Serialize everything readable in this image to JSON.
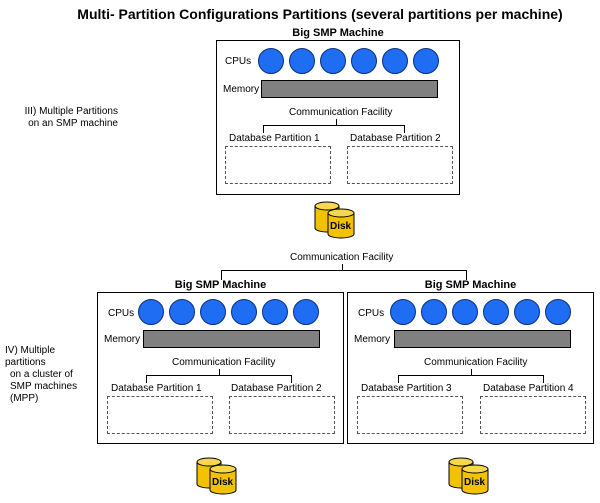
{
  "title": "Multi- Partition Configurations Partitions (several partitions per machine)",
  "section3": {
    "label_line1": "III) Multiple Partitions",
    "label_line2": "on an SMP machine"
  },
  "section4": {
    "label_line1": "IV) Multiple partitions",
    "label_line2": "on a cluster of",
    "label_line3": "SMP machines",
    "label_line4": "(MPP)"
  },
  "top_machine": {
    "title": "Big SMP Machine",
    "cpus_label": "CPUs",
    "memory_label": "Memory",
    "comm_label": "Communication Facility",
    "partitions": [
      "Database Partition 1",
      "Database Partition 2"
    ],
    "disk_label": "Disk"
  },
  "cluster_comm_label": "Communication Facility",
  "left_machine": {
    "title": "Big SMP Machine",
    "cpus_label": "CPUs",
    "memory_label": "Memory",
    "comm_label": "Communication Facility",
    "partitions": [
      "Database Partition 1",
      "Database Partition 2"
    ],
    "disk_label": "Disk"
  },
  "right_machine": {
    "title": "Big SMP Machine",
    "cpus_label": "CPUs",
    "memory_label": "Memory",
    "comm_label": "Communication Facility",
    "partitions": [
      "Database Partition 3",
      "Database Partition 4"
    ],
    "disk_label": "Disk"
  },
  "colors": {
    "cpu": "#1f6df2",
    "memory": "#808080",
    "disk": "#f2c200"
  },
  "icons": {
    "cpu": "cpu-circle-icon",
    "disk": "disk-stack-icon"
  }
}
